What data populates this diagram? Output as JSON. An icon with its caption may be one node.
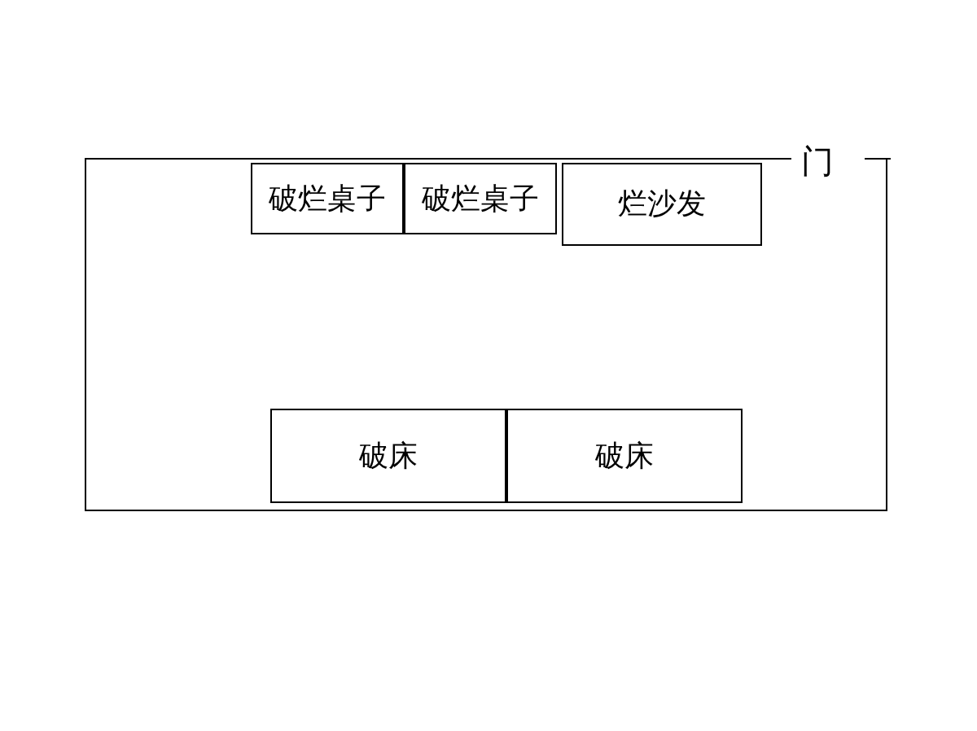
{
  "diagram": {
    "nodes": [
      {
        "text": [],
        "shape": "box"
      },
      {
        "text": [
          "破烂桌子"
        ],
        "in": 0
      },
      {
        "text": [
          "破烂桌子"
        ],
        "in": 0
      },
      {
        "text": [
          "烂沙发"
        ],
        "in": 0
      },
      {
        "text": [
          "破床"
        ],
        "in": 0
      },
      {
        "text": [
          "破床"
        ],
        "in": 0
      }
    ],
    "labels": [
      "门"
    ]
  }
}
